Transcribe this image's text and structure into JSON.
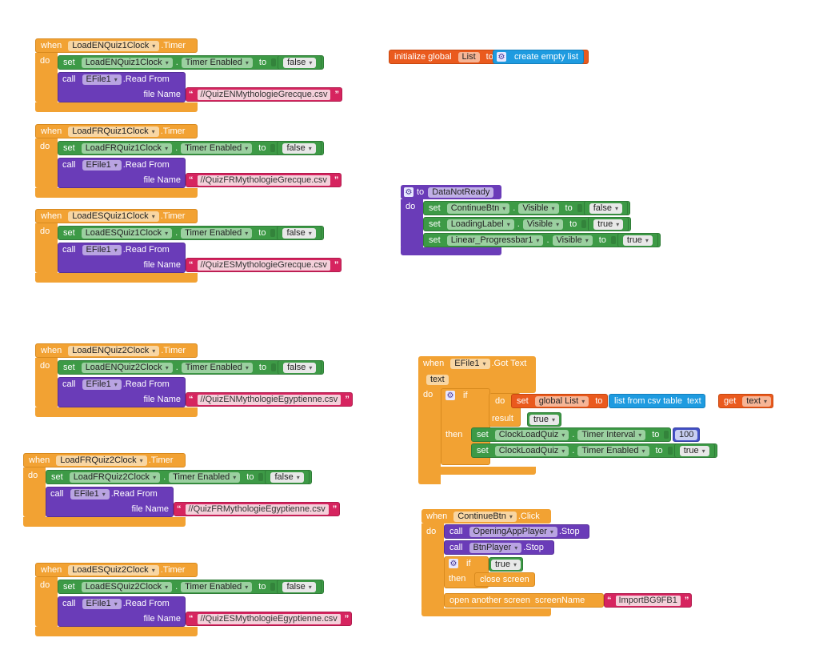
{
  "kw": {
    "when": "when",
    "do": "do",
    "set": "set",
    "to": "to",
    "call": "call",
    "read_from": ".Read From",
    "file_name": "file Name",
    "timer": ".Timer",
    "timer_enabled": "Timer Enabled",
    "false": "false",
    "true": "true",
    "if": "if",
    "then": "then",
    "result": "result",
    "get": "get"
  },
  "timer_blocks": [
    {
      "clock": "LoadENQuiz1Clock",
      "file": "EFile1",
      "filename": "//QuizENMythologieGrecque.csv"
    },
    {
      "clock": "LoadFRQuiz1Clock",
      "file": "EFile1",
      "filename": "//QuizFRMythologieGrecque.csv"
    },
    {
      "clock": "LoadESQuiz1Clock",
      "file": "EFile1",
      "filename": "//QuizESMythologieGrecque.csv"
    },
    {
      "clock": "LoadENQuiz2Clock",
      "file": "EFile1",
      "filename": "//QuizENMythologieEgyptienne.csv"
    },
    {
      "clock": "LoadFRQuiz2Clock",
      "file": "EFile1",
      "filename": "//QuizFRMythologieEgyptienne.csv"
    },
    {
      "clock": "LoadESQuiz2Clock",
      "file": "EFile1",
      "filename": "//QuizESMythologieEgyptienne.csv"
    }
  ],
  "init": {
    "label": "initialize global",
    "name": "List",
    "to": "to",
    "value": "create empty list"
  },
  "proc": {
    "to": "to",
    "name": "DataNotReady",
    "rows": [
      {
        "comp": "ContinueBtn",
        "prop": "Visible",
        "value": "false"
      },
      {
        "comp": "LoadingLabel",
        "prop": "Visible",
        "value": "true"
      },
      {
        "comp": "Linear_Progressbar1",
        "prop": "Visible",
        "value": "true"
      }
    ]
  },
  "gottext": {
    "comp": "EFile1",
    "event": ".Got Text",
    "param": "text",
    "global_list": "global List",
    "csv": "list from csv table",
    "csv_text": "text",
    "get_text": "text",
    "interval_comp": "ClockLoadQuiz",
    "interval_prop": "Timer Interval",
    "interval_val": "100",
    "enabled_comp": "ClockLoadQuiz",
    "enabled_prop": "Timer Enabled"
  },
  "click": {
    "comp": "ContinueBtn",
    "event": ".Click",
    "player1": "OpeningAppPlayer",
    "player2": "BtnPlayer",
    "stop": ".Stop",
    "close": "close screen",
    "open": "open another screen",
    "screen_name": "screenName",
    "screen_value": "ImportBG9FB1"
  },
  "colors": {
    "event": "#f2a233",
    "setter": "#3d9a46",
    "call": "#6a3cb8",
    "string": "#d6245f",
    "list": "#1e9be0",
    "variable": "#ea5a1e",
    "number": "#4351c6"
  }
}
